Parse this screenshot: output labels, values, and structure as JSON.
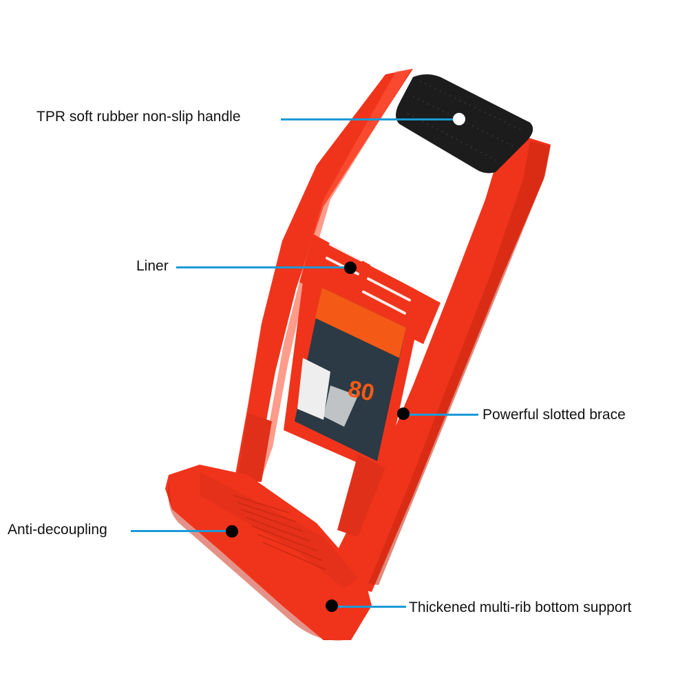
{
  "image": {
    "subject": "Red panel lifter / board carrier with black rubber handle",
    "colors": {
      "body": "#f0341c",
      "body_dark": "#c9260f",
      "body_light": "#ff5a3e",
      "handle": "#1c1c1c",
      "leader_line": "#1a9ad6",
      "label_card_dark": "#2b3a44",
      "label_card_orange": "#f45a16"
    },
    "product_label": {
      "capacity": "80"
    }
  },
  "callouts": [
    {
      "id": "handle",
      "text": "TPR soft rubber non-slip handle"
    },
    {
      "id": "liner",
      "text": "Liner"
    },
    {
      "id": "brace",
      "text": "Powerful slotted brace"
    },
    {
      "id": "anti",
      "text": "Anti-decoupling"
    },
    {
      "id": "bottom",
      "text": "Thickened multi-rib bottom support"
    }
  ]
}
